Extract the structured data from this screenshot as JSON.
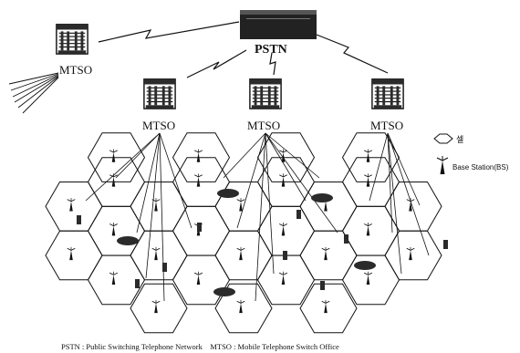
{
  "labels": {
    "pstn": "PSTN",
    "mtso": "MTSO"
  },
  "legend": {
    "cell": "셀",
    "base_station": "Base Station(BS)"
  },
  "footnote": "PSTN : Public Switching Telephone Network    MTSO : Mobile Telephone Switch Office",
  "colors": {
    "ink": "#111111",
    "equipment": "#2b2b2b",
    "background": "#ffffff"
  }
}
